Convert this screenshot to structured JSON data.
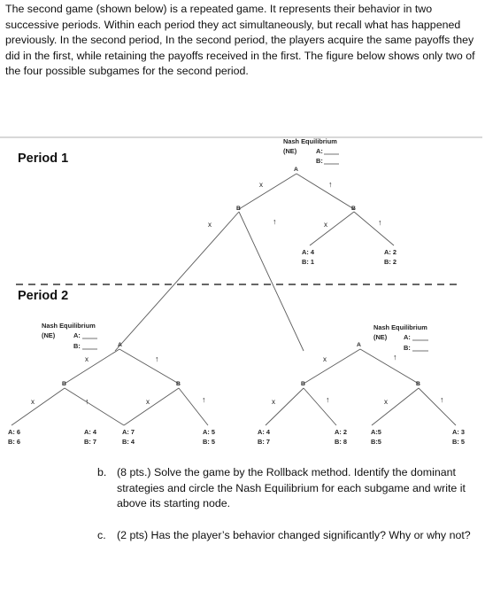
{
  "intro_text": "The second game (shown below) is a repeated game.  It represents their behavior in two successive periods. Within each period they act simultaneously, but recall what has happened previously.  In the second period, In the second period, the players acquire the same payoffs they did in the first, while retaining the payoffs received in the first.  The figure below shows only two of the four possible subgames for the second period.",
  "tree": {
    "period1_label": "Period 1",
    "period2_label": "Period 2",
    "ne_title": "Nash Equilibrium",
    "ne_abbrev": "(NE)",
    "ne_a": "A:",
    "ne_b": "B:",
    "node_a": "A",
    "node_b": "B",
    "move_x": "x",
    "move_up": "↑",
    "period1_payoffs": [
      {
        "a": "A: 4",
        "b": "B: 1"
      },
      {
        "a": "A: 2",
        "b": "B: 2"
      }
    ],
    "period2_payoffs": [
      {
        "a": "A: 6",
        "b": "B: 6"
      },
      {
        "a": "A: 4",
        "b": "B: 7"
      },
      {
        "a": "A: 7",
        "b": "B: 4"
      },
      {
        "a": "A: 5",
        "b": "B: 5"
      },
      {
        "a": "A: 4",
        "b": "B: 7"
      },
      {
        "a": "A: 2",
        "b": "B: 8"
      },
      {
        "a": "A:5",
        "b": "B:5"
      },
      {
        "a": "A: 3",
        "b": "B: 5"
      }
    ]
  },
  "questions": [
    {
      "label": "b.",
      "text": "(8 pts.) Solve the game by the Rollback method. Identify the dominant strategies and circle the Nash Equilibrium for each subgame and write it above its starting node."
    },
    {
      "label": "c.",
      "text": "(2 pts) Has the player’s behavior changed significantly?  Why or why not?"
    }
  ]
}
